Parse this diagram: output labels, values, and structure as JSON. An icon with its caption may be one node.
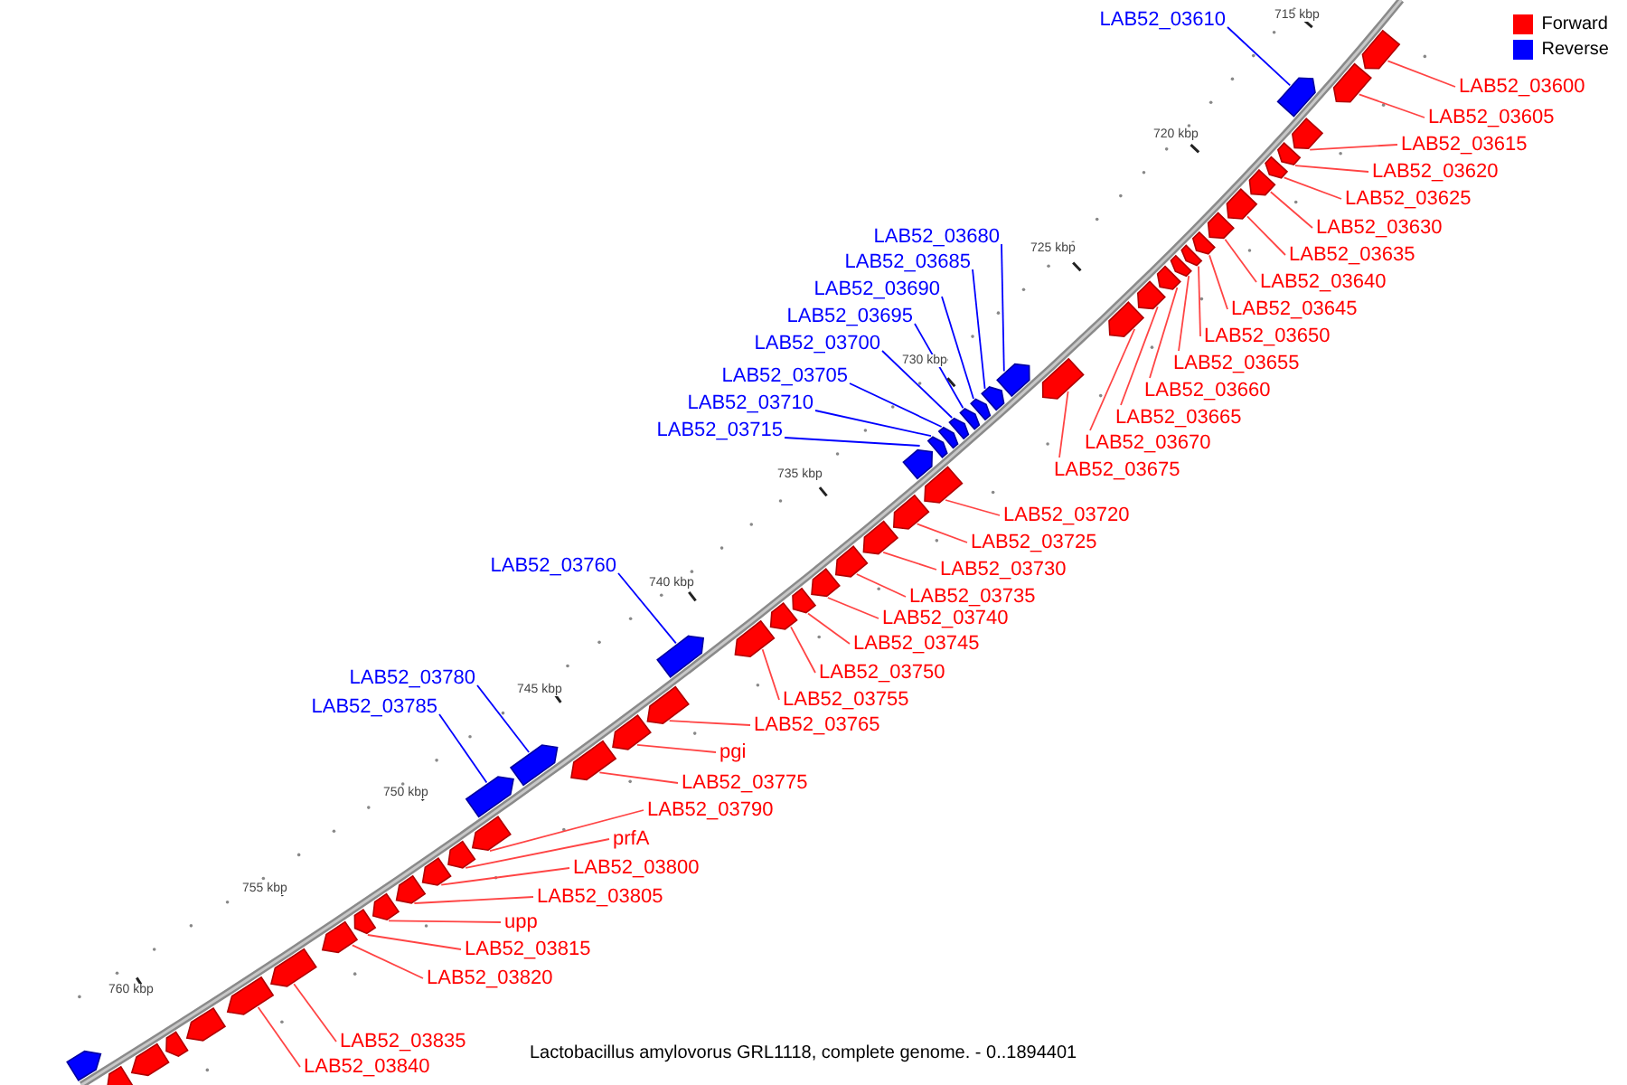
{
  "diagram": {
    "caption": "Lactobacillus amylovorus GRL1118, complete genome. - 0..1894401",
    "nodes": [
      {
        "text": [
          "LAB52_03610"
        ]
      },
      {
        "text": [
          "LAB52_03600"
        ]
      },
      {
        "text": [
          "LAB52_03605"
        ]
      },
      {
        "text": [
          "LAB52_03615"
        ]
      },
      {
        "text": [
          "LAB52_03620"
        ]
      },
      {
        "text": [
          "LAB52_03625"
        ]
      },
      {
        "text": [
          "LAB52_03630"
        ]
      },
      {
        "text": [
          "LAB52_03635"
        ]
      },
      {
        "text": [
          "LAB52_03640"
        ]
      },
      {
        "text": [
          "LAB52_03645"
        ]
      },
      {
        "text": [
          "LAB52_03650"
        ]
      },
      {
        "text": [
          "LAB52_03655"
        ]
      },
      {
        "text": [
          "LAB52_03660"
        ]
      },
      {
        "text": [
          "LAB52_03665"
        ]
      },
      {
        "text": [
          "LAB52_03670"
        ]
      },
      {
        "text": [
          "LAB52_03675"
        ]
      },
      {
        "text": [
          "LAB52_03680"
        ]
      },
      {
        "text": [
          "LAB52_03685"
        ]
      },
      {
        "text": [
          "LAB52_03690"
        ]
      },
      {
        "text": [
          "LAB52_03695"
        ]
      },
      {
        "text": [
          "LAB52_03700"
        ]
      },
      {
        "text": [
          "LAB52_03705"
        ]
      },
      {
        "text": [
          "LAB52_03710"
        ]
      },
      {
        "text": [
          "LAB52_03715"
        ]
      },
      {
        "text": [
          "LAB52_03720"
        ]
      },
      {
        "text": [
          "LAB52_03725"
        ]
      },
      {
        "text": [
          "LAB52_03730"
        ]
      },
      {
        "text": [
          "LAB52_03735"
        ]
      },
      {
        "text": [
          "LAB52_03740"
        ]
      },
      {
        "text": [
          "LAB52_03745"
        ]
      },
      {
        "text": [
          "LAB52_03750"
        ]
      },
      {
        "text": [
          "LAB52_03755"
        ]
      },
      {
        "text": [
          "LAB52_03760"
        ]
      },
      {
        "text": [
          "LAB52_03765"
        ]
      },
      {
        "text": [
          "pgi"
        ]
      },
      {
        "text": [
          "LAB52_03775"
        ]
      },
      {
        "text": [
          "LAB52_03780"
        ]
      },
      {
        "text": [
          "LAB52_03785"
        ]
      },
      {
        "text": [
          "LAB52_03790"
        ]
      },
      {
        "text": [
          "prfA"
        ]
      },
      {
        "text": [
          "LAB52_03800"
        ]
      },
      {
        "text": [
          "LAB52_03805"
        ]
      },
      {
        "text": [
          "upp"
        ]
      },
      {
        "text": [
          "LAB52_03815"
        ]
      },
      {
        "text": [
          "LAB52_03820"
        ]
      },
      {
        "text": [
          "LAB52_03835"
        ]
      },
      {
        "text": [
          "LAB52_03840"
        ]
      },
      {
        "text": [],
        "shape": "arrow"
      },
      {
        "text": [],
        "shape": "arrow"
      },
      {
        "text": [],
        "shape": "arrow"
      },
      {
        "text": [],
        "shape": "arrow"
      },
      {
        "text": [],
        "shape": "arrow"
      },
      {
        "text": [],
        "shape": "arrow"
      },
      {
        "text": [],
        "shape": "arrow"
      },
      {
        "text": [],
        "shape": "arrow"
      },
      {
        "text": [],
        "shape": "arrow"
      },
      {
        "text": [],
        "shape": "arrow"
      },
      {
        "text": [],
        "shape": "arrow"
      },
      {
        "text": [],
        "shape": "arrow"
      },
      {
        "text": [],
        "shape": "arrow"
      },
      {
        "text": [],
        "shape": "arrow"
      },
      {
        "text": [],
        "shape": "arrow"
      },
      {
        "text": [],
        "shape": "arrow"
      },
      {
        "text": [],
        "shape": "arrow"
      },
      {
        "text": [],
        "shape": "arrow"
      },
      {
        "text": [],
        "shape": "arrow"
      },
      {
        "text": [],
        "shape": "arrow"
      },
      {
        "text": [],
        "shape": "arrow"
      },
      {
        "text": [],
        "shape": "arrow"
      },
      {
        "text": [],
        "shape": "arrow"
      },
      {
        "text": [],
        "shape": "arrow"
      },
      {
        "text": [],
        "shape": "arrow"
      },
      {
        "text": [],
        "shape": "arrow"
      },
      {
        "text": [],
        "shape": "arrow"
      },
      {
        "text": [],
        "shape": "arrow"
      },
      {
        "text": [],
        "shape": "arrow"
      },
      {
        "text": [],
        "shape": "arrow"
      },
      {
        "text": [],
        "shape": "arrow"
      },
      {
        "text": [],
        "shape": "arrow"
      },
      {
        "text": [],
        "shape": "arrow"
      },
      {
        "text": [],
        "shape": "arrow"
      },
      {
        "text": [],
        "shape": "arrow"
      },
      {
        "text": [],
        "shape": "arrow"
      },
      {
        "text": [],
        "shape": "arrow"
      },
      {
        "text": [],
        "shape": "arrow"
      },
      {
        "text": [],
        "shape": "arrow"
      },
      {
        "text": [],
        "shape": "arrow"
      },
      {
        "text": [],
        "shape": "arrow"
      },
      {
        "text": [],
        "shape": "arrow"
      },
      {
        "text": [],
        "shape": "arrow"
      },
      {
        "text": [],
        "shape": "arrow"
      },
      {
        "text": [],
        "shape": "arrow"
      },
      {
        "text": [],
        "shape": "arrow"
      },
      {
        "text": [],
        "shape": "arrow"
      },
      {
        "text": [],
        "shape": "arrow"
      },
      {
        "text": [],
        "shape": "arrow"
      },
      {
        "text": [],
        "shape": "arrow"
      },
      {
        "text": [],
        "shape": "arrow"
      },
      {
        "text": [],
        "shape": "arrow"
      }
    ],
    "edges": [
      {
        "from": 0,
        "to": 47,
        "arrow": "none",
        "color": "#0000ff"
      },
      {
        "from": 1,
        "to": 48,
        "arrow": "none"
      },
      {
        "from": 2,
        "to": 49,
        "arrow": "none"
      },
      {
        "from": 3,
        "to": 50,
        "arrow": "none"
      },
      {
        "from": 4,
        "to": 51,
        "arrow": "none"
      },
      {
        "from": 5,
        "to": 52,
        "arrow": "none"
      },
      {
        "from": 6,
        "to": 53,
        "arrow": "none"
      },
      {
        "from": 7,
        "to": 54,
        "arrow": "none"
      },
      {
        "from": 8,
        "to": 55,
        "arrow": "none"
      },
      {
        "from": 9,
        "to": 56,
        "arrow": "none"
      },
      {
        "from": 10,
        "to": 57,
        "arrow": "none"
      },
      {
        "from": 11,
        "to": 58,
        "arrow": "none"
      },
      {
        "from": 12,
        "to": 59,
        "arrow": "none"
      },
      {
        "from": 13,
        "to": 60,
        "arrow": "none"
      },
      {
        "from": 14,
        "to": 61,
        "arrow": "none"
      },
      {
        "from": 15,
        "to": 66,
        "arrow": "none"
      },
      {
        "from": 16,
        "to": 62,
        "arrow": "none",
        "color": "#0000ff"
      },
      {
        "from": 17,
        "to": 63,
        "arrow": "none",
        "color": "#0000ff"
      },
      {
        "from": 18,
        "to": 64,
        "arrow": "none",
        "color": "#0000ff"
      },
      {
        "from": 19,
        "to": 65,
        "arrow": "none",
        "color": "#0000ff"
      },
      {
        "from": 20,
        "to": 67,
        "arrow": "none",
        "color": "#0000ff"
      },
      {
        "from": 21,
        "to": 68,
        "arrow": "none",
        "color": "#0000ff"
      },
      {
        "from": 22,
        "to": 69,
        "arrow": "none",
        "color": "#0000ff"
      },
      {
        "from": 23,
        "to": 70,
        "arrow": "none",
        "color": "#0000ff"
      },
      {
        "from": 24,
        "to": 71,
        "arrow": "none"
      },
      {
        "from": 25,
        "to": 72,
        "arrow": "none"
      },
      {
        "from": 26,
        "to": 73,
        "arrow": "none"
      },
      {
        "from": 27,
        "to": 74,
        "arrow": "none"
      },
      {
        "from": 28,
        "to": 75,
        "arrow": "none"
      },
      {
        "from": 29,
        "to": 76,
        "arrow": "none"
      },
      {
        "from": 30,
        "to": 78,
        "arrow": "none"
      },
      {
        "from": 31,
        "to": 79,
        "arrow": "none"
      },
      {
        "from": 32,
        "to": 77,
        "arrow": "none",
        "color": "#0000ff"
      },
      {
        "from": 33,
        "to": 80,
        "arrow": "none"
      },
      {
        "from": 34,
        "to": 82,
        "arrow": "none"
      },
      {
        "from": 35,
        "to": 84,
        "arrow": "none"
      },
      {
        "from": 36,
        "to": 81,
        "arrow": "none",
        "color": "#0000ff"
      },
      {
        "from": 37,
        "to": 83,
        "arrow": "none",
        "color": "#0000ff"
      },
      {
        "from": 38,
        "to": 85,
        "arrow": "none"
      },
      {
        "from": 39,
        "to": 86,
        "arrow": "none"
      },
      {
        "from": 40,
        "to": 87,
        "arrow": "none"
      },
      {
        "from": 41,
        "to": 88,
        "arrow": "none"
      },
      {
        "from": 42,
        "to": 89,
        "arrow": "none"
      },
      {
        "from": 43,
        "to": 90,
        "arrow": "none"
      },
      {
        "from": 44,
        "to": 91,
        "arrow": "none"
      },
      {
        "from": 45,
        "to": 92,
        "arrow": "none"
      },
      {
        "from": 46,
        "to": 93,
        "arrow": "none"
      }
    ],
    "labels": [
      "715 kbp",
      "720 kbp",
      "725 kbp",
      "730 kbp",
      "735 kbp",
      "740 kbp",
      "745 kbp",
      "750 kbp",
      "755 kbp",
      "760 kbp"
    ],
    "legend": [
      {
        "text": "Forward",
        "color": "#ff0000"
      },
      {
        "text": "Reverse",
        "color": "#0000ff"
      }
    ]
  }
}
